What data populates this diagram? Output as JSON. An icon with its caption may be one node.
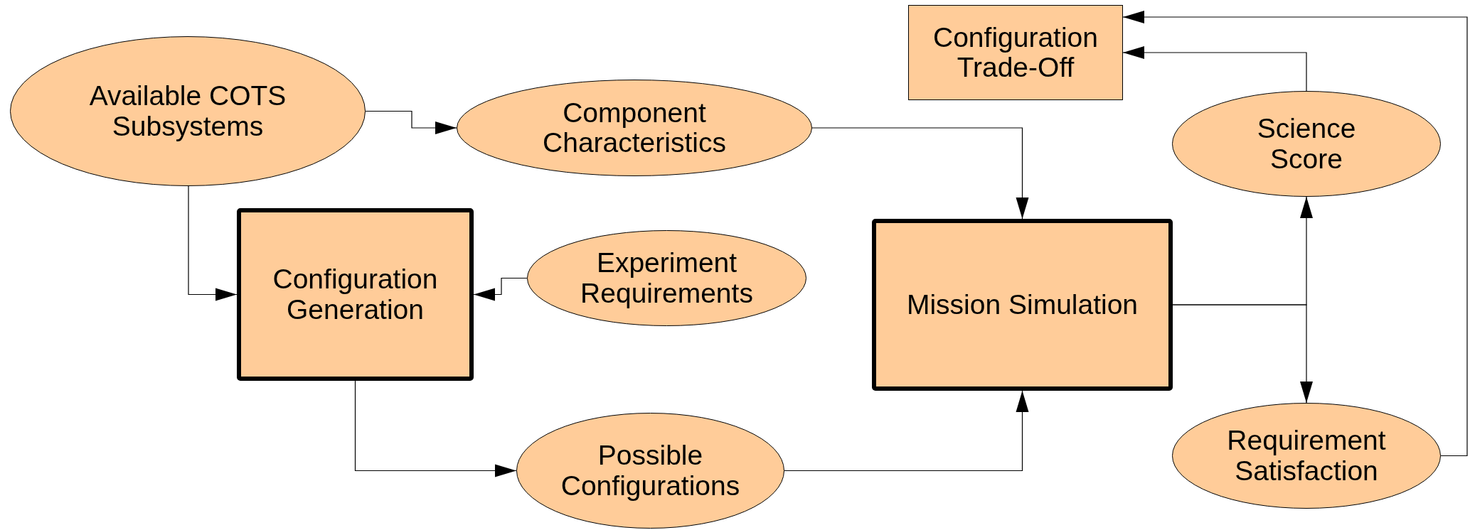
{
  "diagram": {
    "nodes": [
      {
        "text": [
          "Available COTS Subsystems"
        ]
      },
      {
        "text": [
          "Component Characteristics"
        ]
      },
      {
        "text": [
          "Configuration Generation"
        ]
      },
      {
        "text": [
          "Experiment Requirements"
        ]
      },
      {
        "text": [
          "Possible Configurations"
        ]
      },
      {
        "text": [
          "Mission Simulation"
        ]
      },
      {
        "text": [
          "Configuration Trade-Off"
        ]
      },
      {
        "text": [
          "Science Score"
        ]
      },
      {
        "text": [
          "Requirement Satisfaction"
        ]
      }
    ],
    "edges": [
      {
        "from": 0,
        "to": 1,
        "arrow": "to"
      },
      {
        "from": 0,
        "to": 2,
        "arrow": "to"
      },
      {
        "from": 3,
        "to": 2,
        "arrow": "to"
      },
      {
        "from": 1,
        "to": 5,
        "arrow": "to"
      },
      {
        "from": 2,
        "to": 4,
        "arrow": "to"
      },
      {
        "from": 4,
        "to": 5,
        "arrow": "to"
      },
      {
        "from": 5,
        "to": 7,
        "arrow": "to"
      },
      {
        "from": 5,
        "to": 8,
        "arrow": "to"
      },
      {
        "from": 7,
        "to": 6,
        "arrow": "to"
      },
      {
        "from": 8,
        "to": 6,
        "arrow": "to"
      }
    ]
  }
}
